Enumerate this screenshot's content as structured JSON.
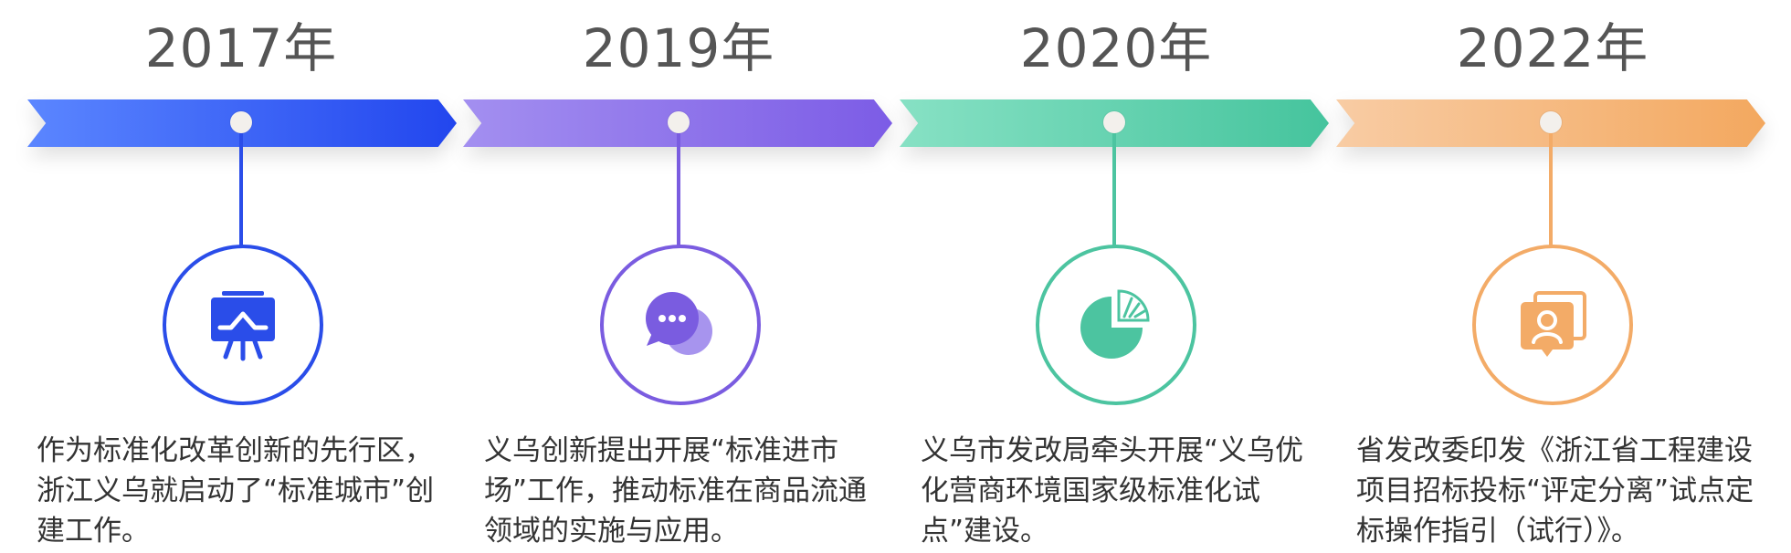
{
  "colors": {
    "blue": "#2a4de9",
    "purple": "#7a5ce0",
    "green": "#4cc4a0",
    "orange": "#f3ab67"
  },
  "milestones": [
    {
      "year": "2017年",
      "icon": "presentation-board-icon",
      "color": "#2a4de9",
      "text": "作为标准化改革创新的先行区，浙江义乌就启动了“标准城市”创建工作。"
    },
    {
      "year": "2019年",
      "icon": "chat-bubbles-icon",
      "color": "#7a5ce0",
      "text": "义乌创新提出开展“标准进市场”工作，推动标准在商品流通领域的实施与应用。"
    },
    {
      "year": "2020年",
      "icon": "pie-chart-icon",
      "color": "#4cc4a0",
      "text": "义乌市发改局牵头开展“义乌优化营商环境国家级标准化试点”建设。"
    },
    {
      "year": "2022年",
      "icon": "user-profile-card-icon",
      "color": "#f3ab67",
      "text": "省发改委印发《浙江省工程建设项目招标投标“评定分离”试点定标操作指引（试行）》。"
    }
  ]
}
